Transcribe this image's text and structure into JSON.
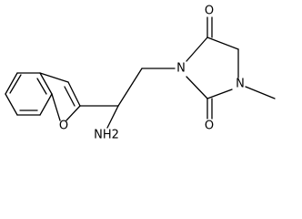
{
  "molecule": {
    "atoms": {
      "amine": "NH2",
      "furan_oxygen": "O",
      "imide_nitrogen": "N",
      "methyl_nitrogen": "N",
      "carbonyl_oxygen_top": "O",
      "carbonyl_oxygen_bottom": "O"
    }
  }
}
